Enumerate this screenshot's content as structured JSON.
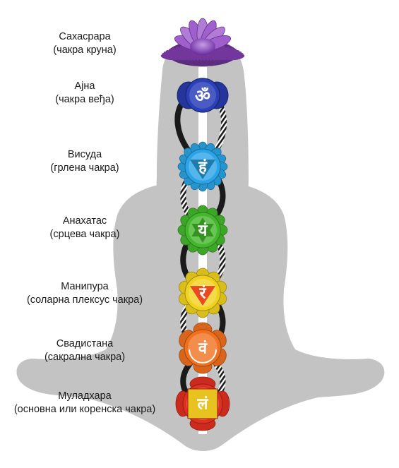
{
  "chakras": [
    {
      "name": "Сахасрара",
      "subtitle": "(чакра круна)",
      "color": "#8e44c4",
      "symbol": ""
    },
    {
      "name": "Ајна",
      "subtitle": "(чакра веђа)",
      "color": "#2a3fb8",
      "symbol": "ॐ"
    },
    {
      "name": "Висуда",
      "subtitle": "(грлена чакра)",
      "color": "#2aa4e6",
      "symbol": "हं"
    },
    {
      "name": "Анахатас",
      "subtitle": "(срцева чакра)",
      "color": "#44b82c",
      "symbol": "यं"
    },
    {
      "name": "Манипура",
      "subtitle": "(соларна плексус чакра)",
      "color": "#f0d21e",
      "symbol": "रं"
    },
    {
      "name": "Свадистана",
      "subtitle": "(сакрална чакра)",
      "color": "#f0701e",
      "symbol": "वं"
    },
    {
      "name": "Муладхара",
      "subtitle": "(основна или коренска чакра)",
      "color": "#e03020",
      "symbol": "लं"
    }
  ],
  "colors": {
    "silhouette": "#c3c3c3",
    "spine": "#ffffff",
    "channel_dark": "#1a1a1a",
    "text": "#1b1b1b"
  }
}
